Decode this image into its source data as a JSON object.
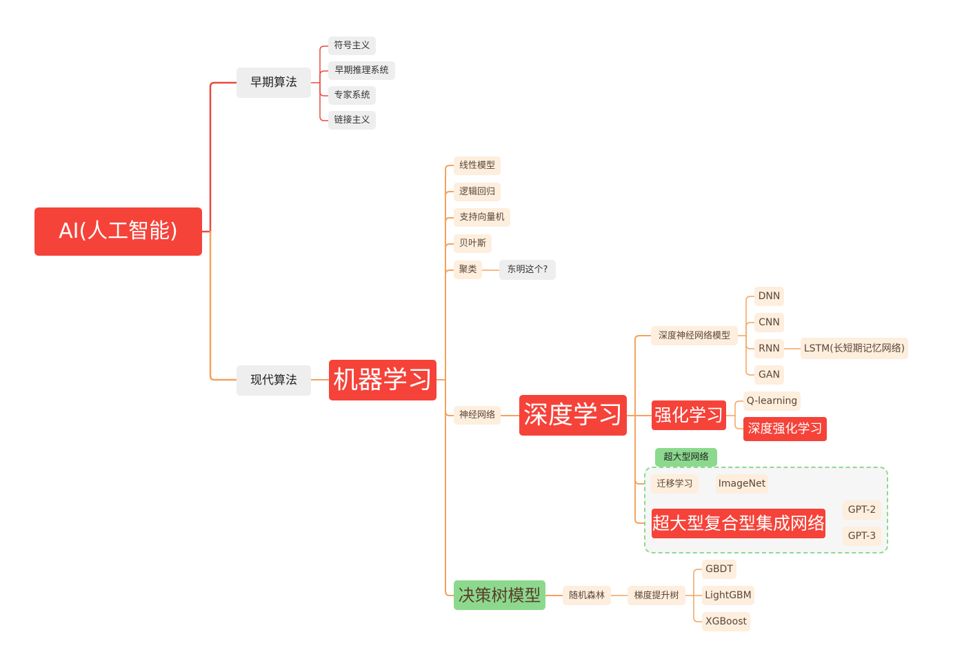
{
  "colors": {
    "root": "#f5433a",
    "branch_top": "#e8483d",
    "branch_main": "#f4a25b",
    "leaf_bg": "#fdeedd",
    "gray_bg": "#eeeeee",
    "green": "#8cd98e"
  },
  "root": {
    "label": "AI(人工智能)"
  },
  "early": {
    "label": "早期算法",
    "children": [
      "符号主义",
      "早期推理系统",
      "专家系统",
      "链接主义"
    ]
  },
  "modern": {
    "label": "现代算法"
  },
  "ml": {
    "label": "机器学习",
    "linear": "线性模型",
    "logistic": "逻辑回归",
    "svm": "支持向量机",
    "bayes": "贝叶斯",
    "cluster": "聚类",
    "cluster_note": "东明这个?",
    "nn": "神经网络",
    "tree": "决策树模型"
  },
  "dl": {
    "label": "深度学习",
    "dnn_model": "深度神经网络模型",
    "dnn": "DNN",
    "cnn": "CNN",
    "rnn": "RNN",
    "lstm": "LSTM(长短期记忆网络)",
    "gan": "GAN",
    "rl": "强化学习",
    "qlearning": "Q-learning",
    "drl": "深度强化学习",
    "boundary_label": "超大型网络",
    "transfer": "迁移学习",
    "imagenet": "ImageNet",
    "huge": "超大型复合型集成网络",
    "gpt2": "GPT-2",
    "gpt3": "GPT-3"
  },
  "trees": {
    "rf": "随机森林",
    "gb": "梯度提升树",
    "gbdt": "GBDT",
    "lgbm": "LightGBM",
    "xgb": "XGBoost"
  }
}
